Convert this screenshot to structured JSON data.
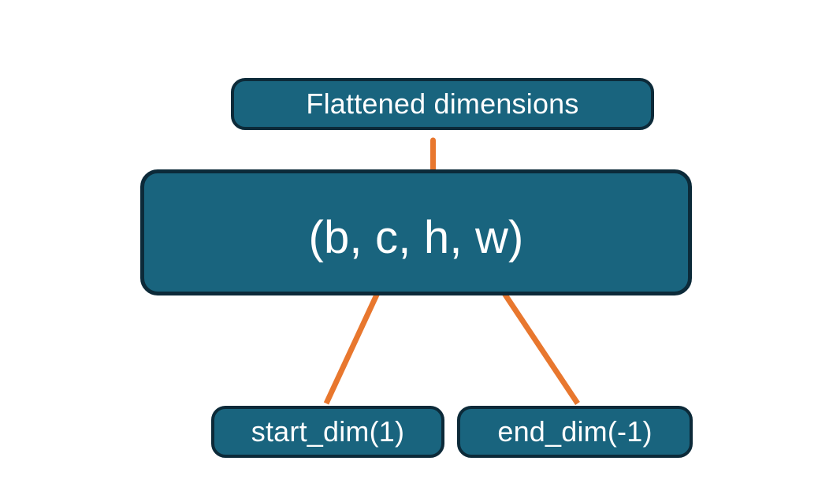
{
  "diagram": {
    "title_node": {
      "label": "Flattened dimensions"
    },
    "shape_node": {
      "label": "(b, c, h, w)"
    },
    "start_node": {
      "label": "start_dim(1)"
    },
    "end_node": {
      "label": "end_dim(-1)"
    },
    "colors": {
      "node_fill": "#19647E",
      "node_border": "#0C2A39",
      "node_text": "#FFFFFF",
      "connector": "#E8772E",
      "background": "#FFFFFF"
    },
    "connectors": [
      {
        "name": "brace-to-flattened",
        "kind": "curly-brace",
        "from": "shape_node",
        "to": "title_node",
        "spans_tokens": [
          "c",
          "h",
          "w"
        ]
      },
      {
        "name": "start-dim-arrow",
        "kind": "arrow",
        "from": "start_node",
        "to": "shape_node",
        "points_at_token": "c"
      },
      {
        "name": "end-dim-arrow",
        "kind": "arrow",
        "from": "end_node",
        "to": "shape_node",
        "points_at_token": "w"
      }
    ]
  }
}
